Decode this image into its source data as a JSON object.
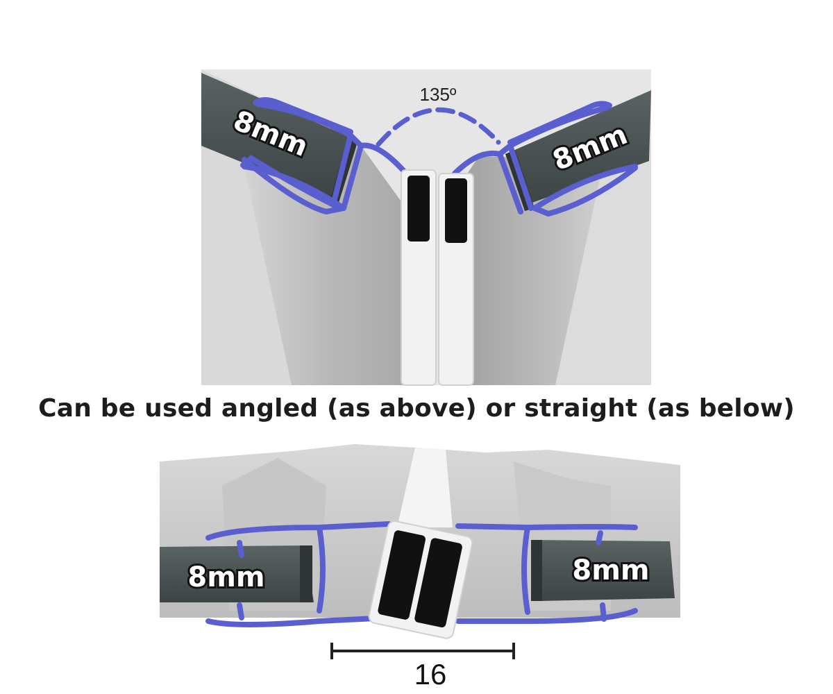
{
  "top_diagram": {
    "angle_label": "135º",
    "left_glass_label": "8mm",
    "right_glass_label": "8mm"
  },
  "caption": "Can be used angled (as above) or straight (as below)",
  "bottom_diagram": {
    "left_glass_label": "8mm",
    "right_glass_label": "8mm",
    "dimension_label": "16"
  },
  "colors": {
    "seal_outline": "#5a5fd0",
    "glass": "#4b5354",
    "pvc": "#c8c8c8",
    "magnet": "#111111"
  }
}
